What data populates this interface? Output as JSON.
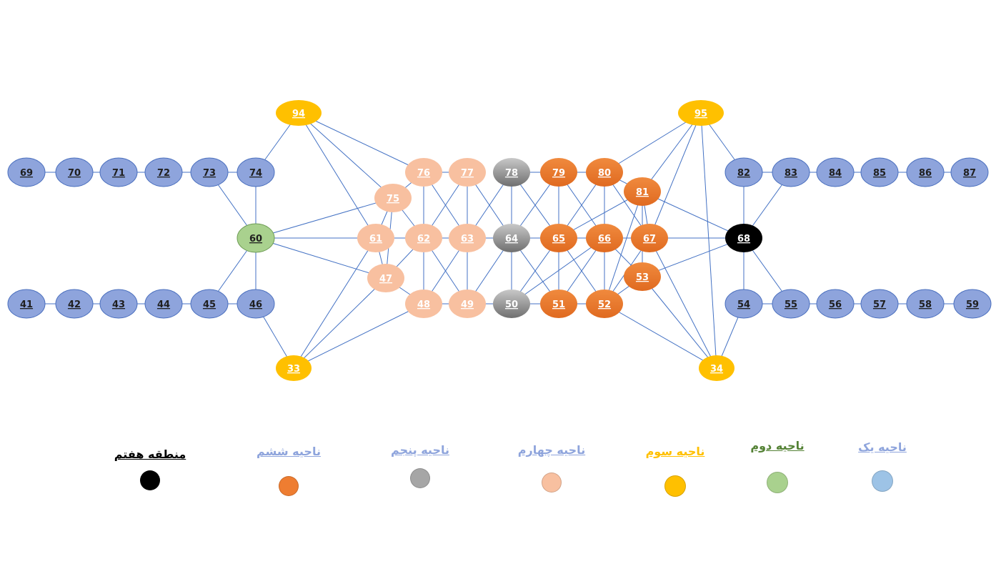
{
  "colors": {
    "blue": "#8ea4dc",
    "blue_stroke": "#4a6fbe",
    "green": "#a9d18e",
    "green_stroke": "#6e9c55",
    "peach": "#f8c0a0",
    "gray": "#9e9e9e",
    "orange": "#ee7d31",
    "yellow": "#ffc000",
    "black": "#000000",
    "edge": "#4472c4"
  },
  "nodes": [
    {
      "id": "69",
      "type": "blue"
    },
    {
      "id": "70",
      "type": "blue"
    },
    {
      "id": "71",
      "type": "blue"
    },
    {
      "id": "72",
      "type": "blue"
    },
    {
      "id": "73",
      "type": "blue"
    },
    {
      "id": "74",
      "type": "blue"
    },
    {
      "id": "41",
      "type": "blue"
    },
    {
      "id": "42",
      "type": "blue"
    },
    {
      "id": "43",
      "type": "blue"
    },
    {
      "id": "44",
      "type": "blue"
    },
    {
      "id": "45",
      "type": "blue"
    },
    {
      "id": "46",
      "type": "blue"
    },
    {
      "id": "60",
      "type": "green"
    },
    {
      "id": "94",
      "type": "yellow"
    },
    {
      "id": "33",
      "type": "yellow"
    },
    {
      "id": "95",
      "type": "yellow"
    },
    {
      "id": "34",
      "type": "yellow"
    },
    {
      "id": "75",
      "type": "peach"
    },
    {
      "id": "76",
      "type": "peach"
    },
    {
      "id": "77",
      "type": "peach"
    },
    {
      "id": "61",
      "type": "peach"
    },
    {
      "id": "62",
      "type": "peach"
    },
    {
      "id": "63",
      "type": "peach"
    },
    {
      "id": "47",
      "type": "peach"
    },
    {
      "id": "48",
      "type": "peach"
    },
    {
      "id": "49",
      "type": "peach"
    },
    {
      "id": "78",
      "type": "gray"
    },
    {
      "id": "64",
      "type": "gray"
    },
    {
      "id": "50",
      "type": "gray"
    },
    {
      "id": "79",
      "type": "orange"
    },
    {
      "id": "80",
      "type": "orange"
    },
    {
      "id": "81",
      "type": "orange"
    },
    {
      "id": "65",
      "type": "orange"
    },
    {
      "id": "66",
      "type": "orange"
    },
    {
      "id": "67",
      "type": "orange"
    },
    {
      "id": "53",
      "type": "orange"
    },
    {
      "id": "51",
      "type": "orange"
    },
    {
      "id": "52",
      "type": "orange"
    },
    {
      "id": "68",
      "type": "black"
    },
    {
      "id": "82",
      "type": "blue"
    },
    {
      "id": "83",
      "type": "blue"
    },
    {
      "id": "84",
      "type": "blue"
    },
    {
      "id": "85",
      "type": "blue"
    },
    {
      "id": "86",
      "type": "blue"
    },
    {
      "id": "87",
      "type": "blue"
    },
    {
      "id": "54",
      "type": "blue"
    },
    {
      "id": "55",
      "type": "blue"
    },
    {
      "id": "56",
      "type": "blue"
    },
    {
      "id": "57",
      "type": "blue"
    },
    {
      "id": "58",
      "type": "blue"
    },
    {
      "id": "59",
      "type": "blue"
    }
  ],
  "edges": [
    [
      "69",
      "70"
    ],
    [
      "70",
      "71"
    ],
    [
      "71",
      "72"
    ],
    [
      "72",
      "73"
    ],
    [
      "73",
      "74"
    ],
    [
      "41",
      "42"
    ],
    [
      "42",
      "43"
    ],
    [
      "43",
      "44"
    ],
    [
      "44",
      "45"
    ],
    [
      "45",
      "46"
    ],
    [
      "73",
      "60"
    ],
    [
      "74",
      "60"
    ],
    [
      "60",
      "45"
    ],
    [
      "60",
      "46"
    ],
    [
      "74",
      "94"
    ],
    [
      "94",
      "76"
    ],
    [
      "94",
      "75"
    ],
    [
      "94",
      "61"
    ],
    [
      "46",
      "33"
    ],
    [
      "33",
      "61"
    ],
    [
      "33",
      "47"
    ],
    [
      "33",
      "48"
    ],
    [
      "60",
      "75"
    ],
    [
      "60",
      "61"
    ],
    [
      "60",
      "47"
    ],
    [
      "75",
      "76"
    ],
    [
      "75",
      "61"
    ],
    [
      "75",
      "62"
    ],
    [
      "75",
      "47"
    ],
    [
      "76",
      "62"
    ],
    [
      "76",
      "63"
    ],
    [
      "76",
      "77"
    ],
    [
      "77",
      "62"
    ],
    [
      "77",
      "63"
    ],
    [
      "77",
      "64"
    ],
    [
      "61",
      "62"
    ],
    [
      "61",
      "47"
    ],
    [
      "62",
      "63"
    ],
    [
      "62",
      "47"
    ],
    [
      "62",
      "48"
    ],
    [
      "62",
      "49"
    ],
    [
      "63",
      "64"
    ],
    [
      "63",
      "49"
    ],
    [
      "63",
      "48"
    ],
    [
      "63",
      "78"
    ],
    [
      "47",
      "48"
    ],
    [
      "48",
      "49"
    ],
    [
      "49",
      "50"
    ],
    [
      "49",
      "64"
    ],
    [
      "78",
      "79"
    ],
    [
      "78",
      "64"
    ],
    [
      "78",
      "65"
    ],
    [
      "64",
      "65"
    ],
    [
      "64",
      "50"
    ],
    [
      "64",
      "51"
    ],
    [
      "64",
      "79"
    ],
    [
      "50",
      "51"
    ],
    [
      "50",
      "65"
    ],
    [
      "50",
      "66"
    ],
    [
      "79",
      "65"
    ],
    [
      "79",
      "66"
    ],
    [
      "79",
      "80"
    ],
    [
      "80",
      "95"
    ],
    [
      "80",
      "81"
    ],
    [
      "80",
      "65"
    ],
    [
      "80",
      "66"
    ],
    [
      "80",
      "67"
    ],
    [
      "81",
      "95"
    ],
    [
      "81",
      "65"
    ],
    [
      "81",
      "67"
    ],
    [
      "81",
      "53"
    ],
    [
      "81",
      "52"
    ],
    [
      "81",
      "68"
    ],
    [
      "65",
      "66"
    ],
    [
      "65",
      "51"
    ],
    [
      "65",
      "52"
    ],
    [
      "66",
      "67"
    ],
    [
      "66",
      "51"
    ],
    [
      "66",
      "52"
    ],
    [
      "66",
      "53"
    ],
    [
      "67",
      "95"
    ],
    [
      "67",
      "68"
    ],
    [
      "67",
      "52"
    ],
    [
      "67",
      "34"
    ],
    [
      "53",
      "68"
    ],
    [
      "53",
      "34"
    ],
    [
      "53",
      "52"
    ],
    [
      "51",
      "52"
    ],
    [
      "52",
      "34"
    ],
    [
      "95",
      "82"
    ],
    [
      "95",
      "34"
    ],
    [
      "82",
      "83"
    ],
    [
      "83",
      "84"
    ],
    [
      "84",
      "85"
    ],
    [
      "85",
      "86"
    ],
    [
      "86",
      "87"
    ],
    [
      "82",
      "68"
    ],
    [
      "83",
      "68"
    ],
    [
      "68",
      "54"
    ],
    [
      "68",
      "55"
    ],
    [
      "54",
      "55"
    ],
    [
      "55",
      "56"
    ],
    [
      "56",
      "57"
    ],
    [
      "57",
      "58"
    ],
    [
      "58",
      "59"
    ],
    [
      "54",
      "34"
    ]
  ],
  "legend": [
    {
      "label": "منطقه هفتم",
      "label_color": "#000000",
      "dot_color": "#000000"
    },
    {
      "label": "ناحیه ششم",
      "label_color": "#8ea4dc",
      "dot_color": "#ee7d31"
    },
    {
      "label": "ناحیه پنجم",
      "label_color": "#8ea4dc",
      "dot_color": "#a6a6a6"
    },
    {
      "label": "ناحیه چهارم",
      "label_color": "#8ea4dc",
      "dot_color": "#f8c0a0"
    },
    {
      "label": "ناحیه سوم",
      "label_color": "#ffc000",
      "dot_color": "#ffc000"
    },
    {
      "label": "ناحیه دوم",
      "label_color": "#548235",
      "dot_color": "#a9d18e"
    },
    {
      "label": "ناحیه یک",
      "label_color": "#8ea4dc",
      "dot_color": "#9dc3e6"
    }
  ]
}
